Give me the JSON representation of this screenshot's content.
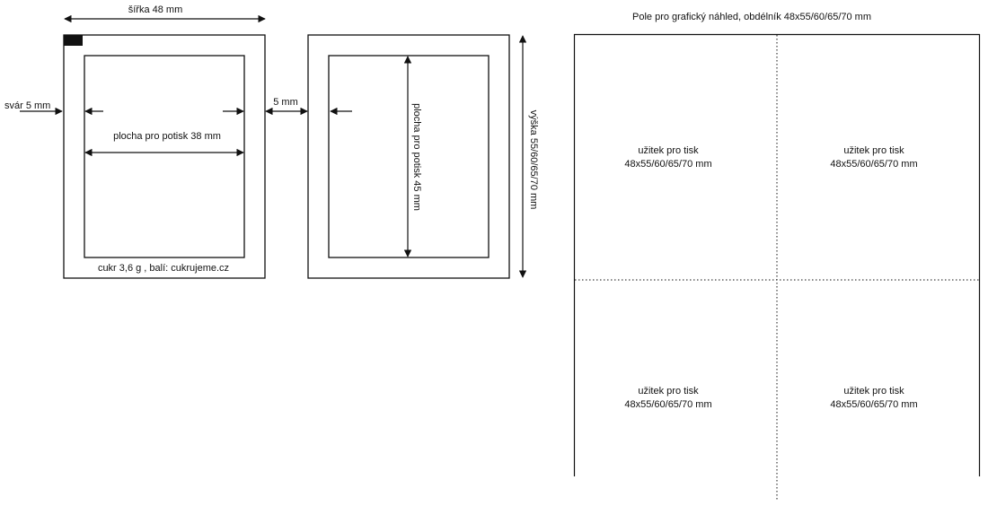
{
  "labels": {
    "width": "šířka 48 mm",
    "seam": "svár 5 mm",
    "gap": "5 mm",
    "print_area_width": "plocha pro potisk 38 mm",
    "print_area_height": "plocha pro potisk 45 mm",
    "height": "výška 55/60/65/70 mm",
    "footer": "cukr 3,6 g , balí: cukrujeme.cz"
  },
  "preview": {
    "title": "Pole pro grafický náhled, obdélník 48x55/60/65/70 mm",
    "cells": [
      {
        "line1": "užitek pro tisk",
        "line2": "48x55/60/65/70 mm"
      },
      {
        "line1": "užitek pro tisk",
        "line2": "48x55/60/65/70 mm"
      },
      {
        "line1": "užitek pro tisk",
        "line2": "48x55/60/65/70 mm"
      },
      {
        "line1": "užitek pro tisk",
        "line2": "48x55/60/65/70 mm"
      }
    ]
  }
}
